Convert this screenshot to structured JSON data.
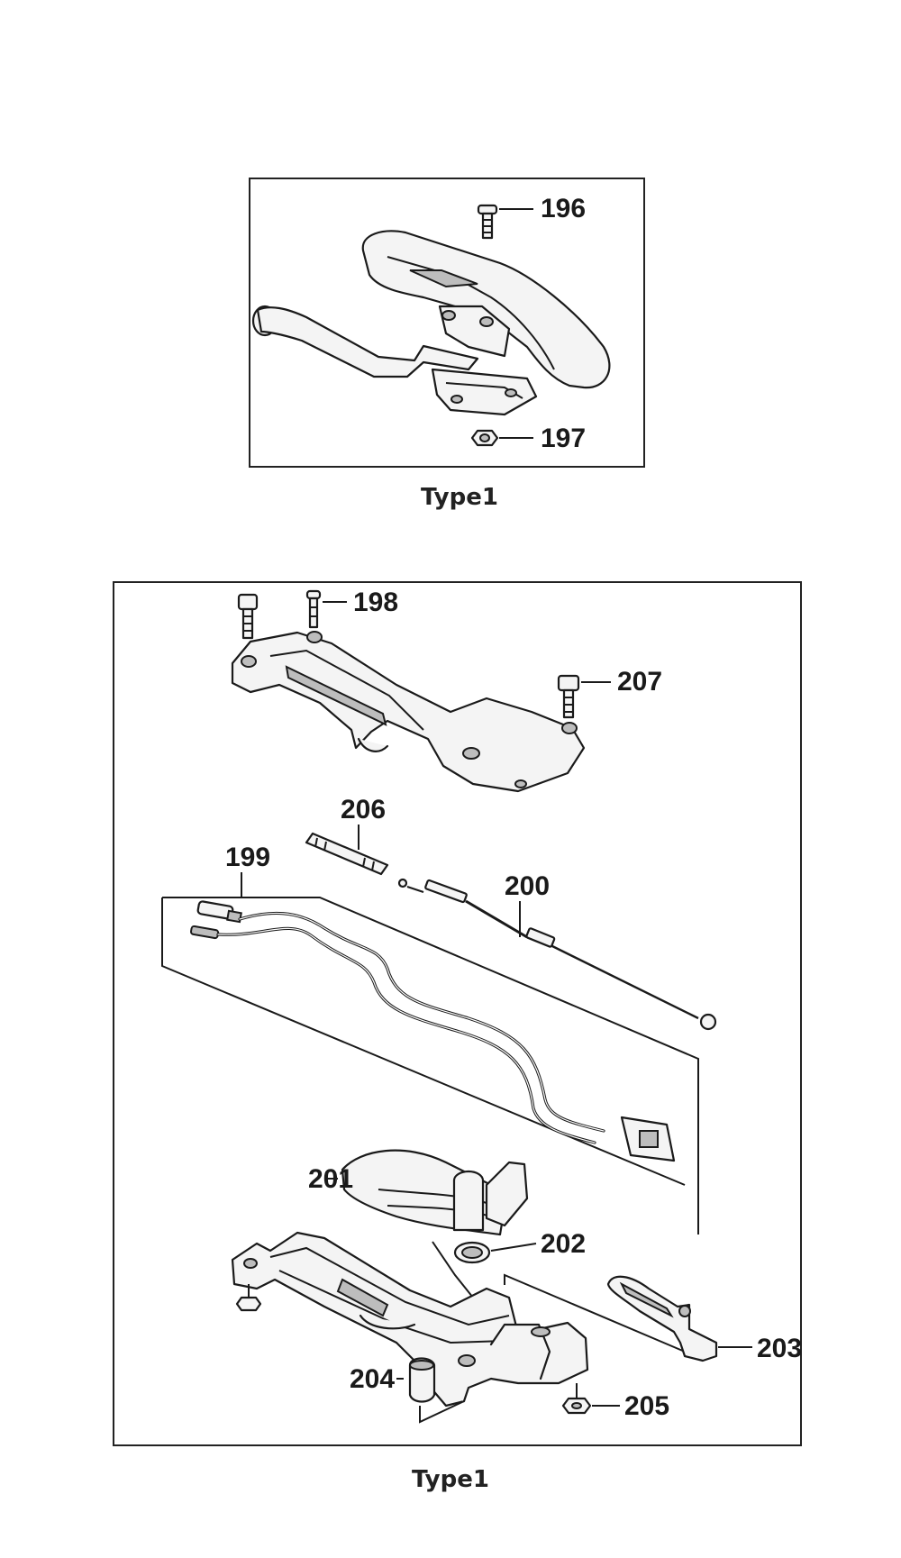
{
  "panels": [
    {
      "caption": "Type1",
      "callouts": [
        "196",
        "197"
      ]
    },
    {
      "caption": "Type1",
      "callouts": [
        "198",
        "207",
        "206",
        "199",
        "200",
        "201",
        "202",
        "203",
        "204",
        "205"
      ]
    }
  ]
}
